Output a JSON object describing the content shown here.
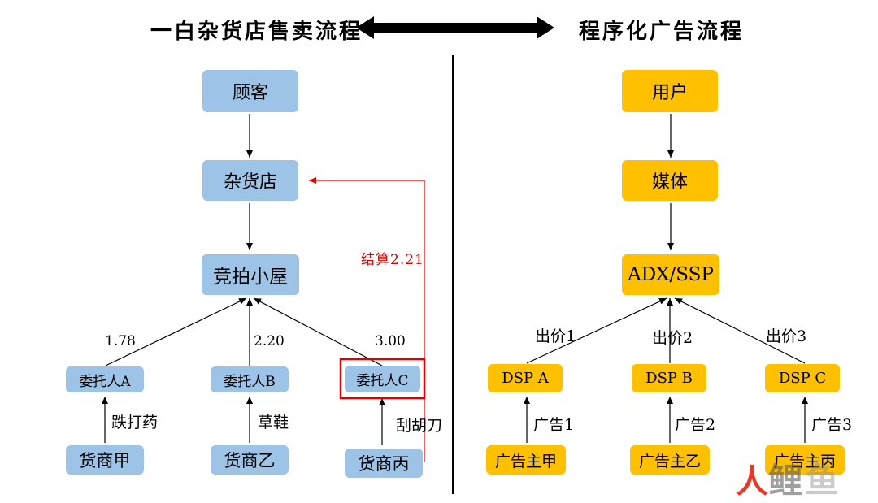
{
  "left_title": "一白杂货店售卖流程",
  "right_title": "程序化广告流程",
  "left": {
    "customer": "顾客",
    "store": "杂货店",
    "auction": "竞拍小屋",
    "agents": [
      "委托人A",
      "委托人B",
      "委托人C"
    ],
    "prices": [
      "1.78",
      "2.20",
      "3.00"
    ],
    "goods": [
      "跌打药",
      "草鞋",
      "刮胡刀"
    ],
    "merchants": [
      "货商甲",
      "货商乙",
      "货商丙"
    ],
    "settlement": "结算2.21"
  },
  "right": {
    "user": "用户",
    "media": "媒体",
    "exchange": "ADX/SSP",
    "dsps": [
      "DSP A",
      "DSP B",
      "DSP C"
    ],
    "bids": [
      "出价1",
      "出价2",
      "出价3"
    ],
    "ads": [
      "广告1",
      "广告2",
      "广告3"
    ],
    "advertisers": [
      "广告主甲",
      "广告主乙",
      "广告主丙"
    ]
  },
  "watermark": {
    "part1": "人",
    "part2": "鲤",
    "part3": "鱼"
  },
  "colors": {
    "blue": "#9dc3e6",
    "gold": "#ffc000",
    "red": "#e00000"
  }
}
